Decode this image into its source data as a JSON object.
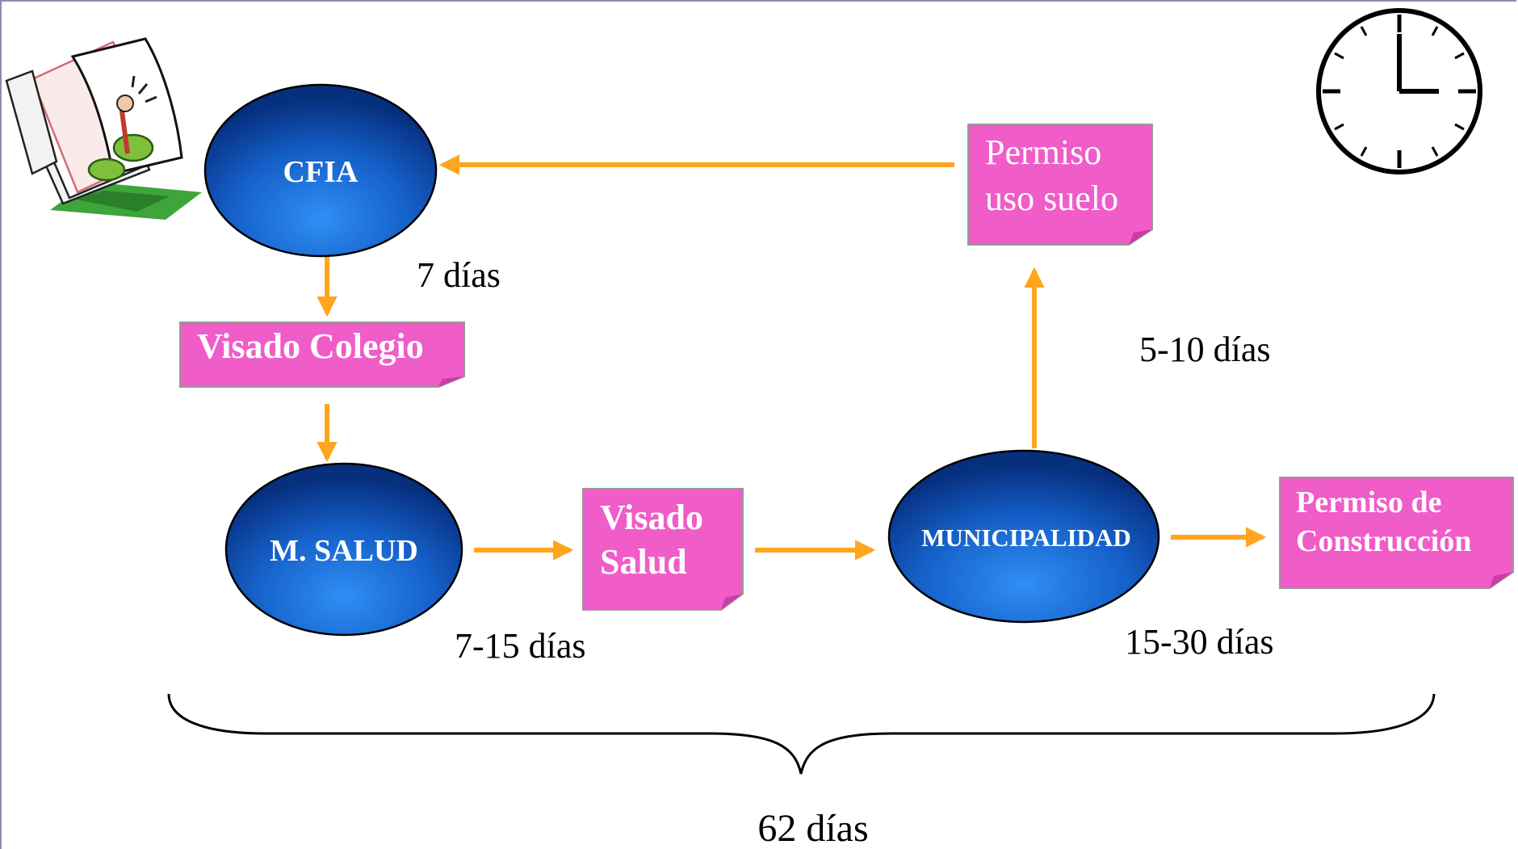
{
  "nodes": {
    "cfia": "CFIA",
    "m_salud": "M. SALUD",
    "municipalidad": "MUNICIPALIDAD"
  },
  "notes": {
    "visado_colegio": "Visado Colegio",
    "visado_salud_1": "Visado",
    "visado_salud_2": "Salud",
    "permiso_uso_1": "Permiso",
    "permiso_uso_2": "uso suelo",
    "permiso_construccion_1": "Permiso de",
    "permiso_construccion_2": "Construcción"
  },
  "durations": {
    "cfia": "7 días",
    "salud": "7-15 días",
    "uso_suelo": "5-10 días",
    "municipalidad": "15-30 días",
    "total": "62 días"
  },
  "colors": {
    "arrow": "#ffa51e",
    "note_fill": "#f05cc8",
    "node_dark": "#06378c",
    "node_light": "#2a86ee"
  },
  "icons": {
    "clipart": "stressed-worker-papers-icon",
    "clock": "clock-icon"
  }
}
